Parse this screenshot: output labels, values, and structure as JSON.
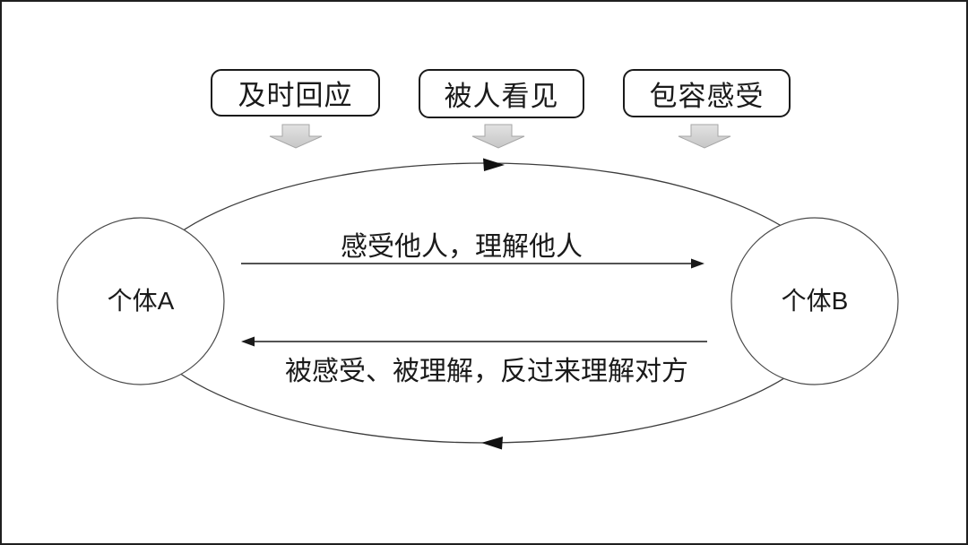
{
  "diagram": {
    "top_boxes": [
      {
        "label": "及时回应"
      },
      {
        "label": "被人看见"
      },
      {
        "label": "包容感受"
      }
    ],
    "nodes": {
      "left": {
        "label": "个体A"
      },
      "right": {
        "label": "个体B"
      }
    },
    "flows": {
      "forward": "感受他人，理解他人",
      "backward": "被感受、被理解，反过来理解对方"
    },
    "colors": {
      "background": "#ffffff",
      "frame": "#1f1f1f",
      "cycle_line": "#3d3d3d",
      "circle_line": "#4a4a4a",
      "arrow": "#1a1a1a",
      "text": "#1a1a1a",
      "box_border": "#1a1a1a",
      "down_arrow_fill_top": "#e2e2e2",
      "down_arrow_fill_bottom": "#c6c6c6",
      "down_arrow_stroke": "#a6a6a6"
    }
  }
}
